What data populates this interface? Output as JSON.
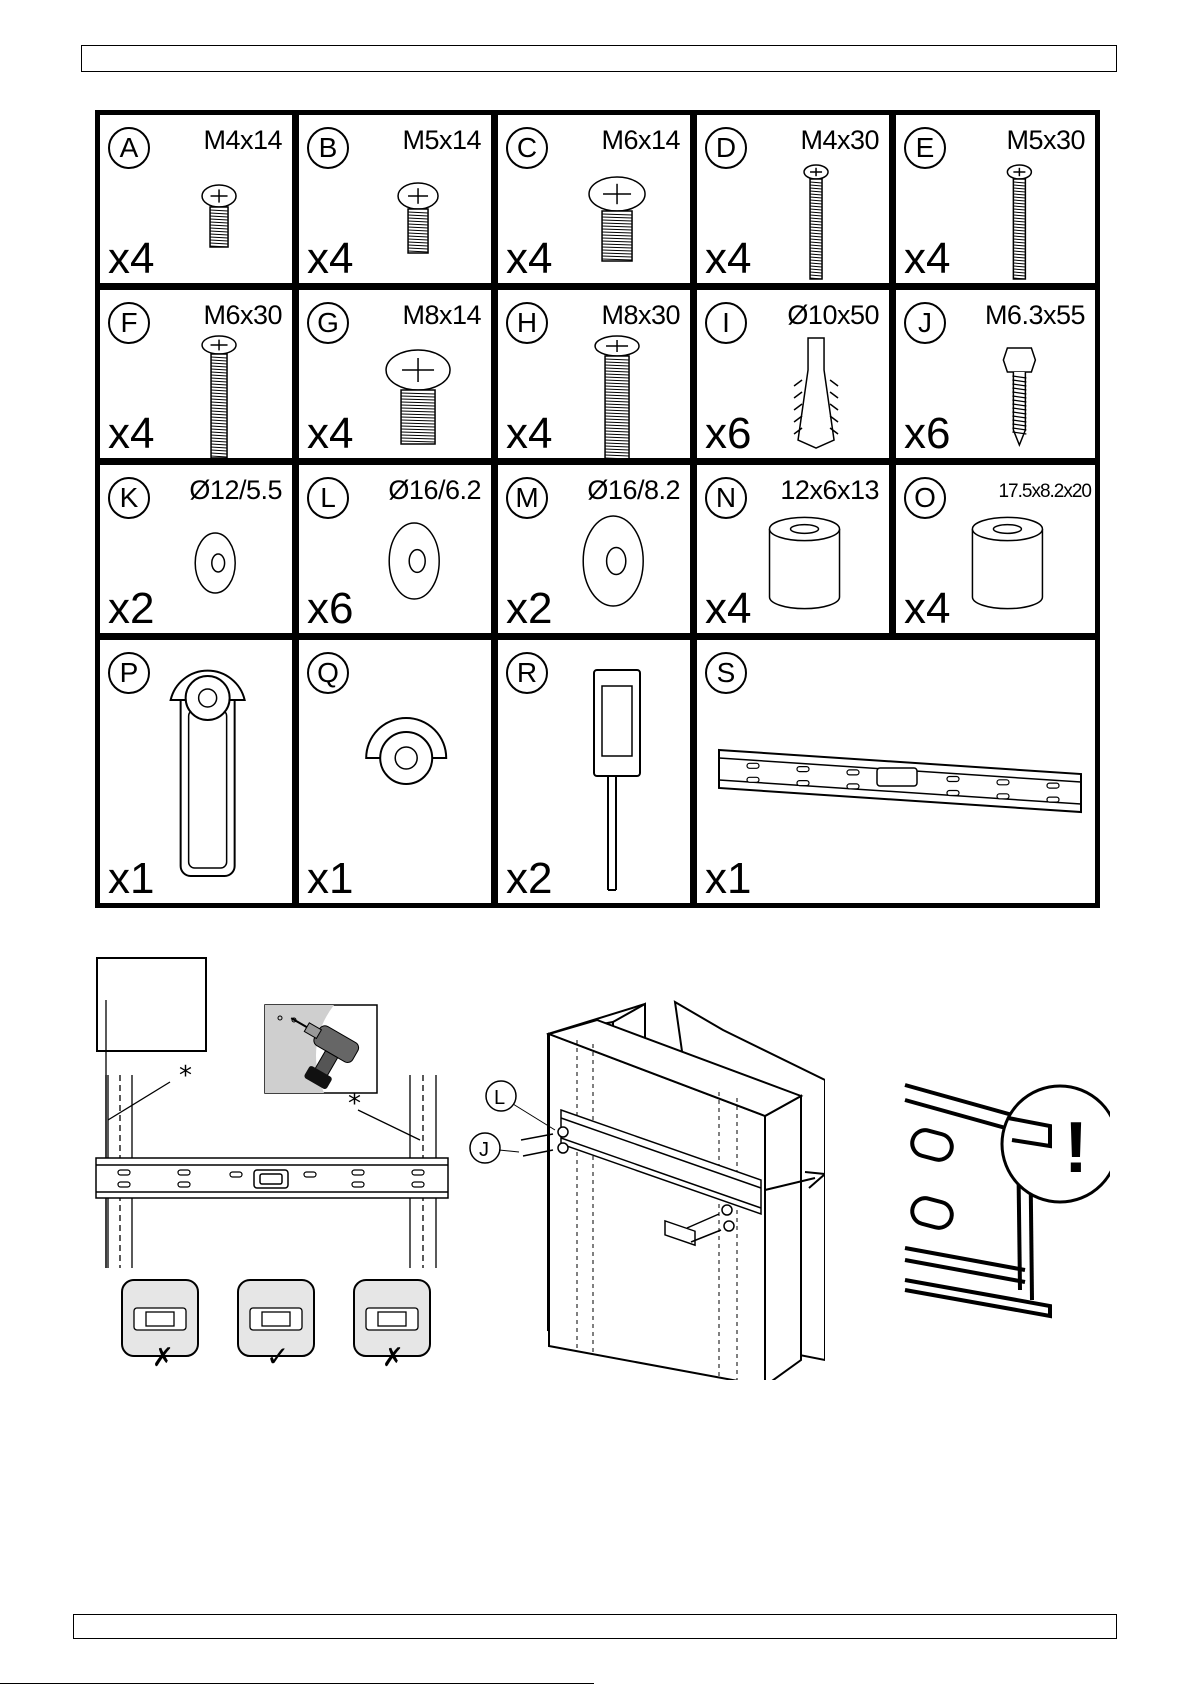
{
  "parts": [
    {
      "letter": "A",
      "size": "M4x14",
      "qty": "x4",
      "kind": "screw-short-small"
    },
    {
      "letter": "B",
      "size": "M5x14",
      "qty": "x4",
      "kind": "screw-short-med"
    },
    {
      "letter": "C",
      "size": "M6x14",
      "qty": "x4",
      "kind": "screw-short-large"
    },
    {
      "letter": "D",
      "size": "M4x30",
      "qty": "x4",
      "kind": "screw-long-thin"
    },
    {
      "letter": "E",
      "size": "M5x30",
      "qty": "x4",
      "kind": "screw-long-thin"
    },
    {
      "letter": "F",
      "size": "M6x30",
      "qty": "x4",
      "kind": "screw-long-med"
    },
    {
      "letter": "G",
      "size": "M8x14",
      "qty": "x4",
      "kind": "screw-short-xl"
    },
    {
      "letter": "H",
      "size": "M8x30",
      "qty": "x4",
      "kind": "screw-long-large"
    },
    {
      "letter": "I",
      "size": "Ø10x50",
      "qty": "x6",
      "kind": "wall-plug"
    },
    {
      "letter": "J",
      "size": "M6.3x55",
      "qty": "x6",
      "kind": "lag-bolt"
    },
    {
      "letter": "K",
      "size": "Ø12/5.5",
      "qty": "x2",
      "kind": "washer-small"
    },
    {
      "letter": "L",
      "size": "Ø16/6.2",
      "qty": "x6",
      "kind": "washer-med"
    },
    {
      "letter": "M",
      "size": "Ø16/8.2",
      "qty": "x2",
      "kind": "washer-large"
    },
    {
      "letter": "N",
      "size": "12x6x13",
      "qty": "x4",
      "kind": "spacer-small"
    },
    {
      "letter": "O",
      "size": "17.5x8.2x20",
      "qty": "x4",
      "kind": "spacer-large"
    },
    {
      "letter": "P",
      "size": "",
      "qty": "x1",
      "kind": "spirit-level"
    },
    {
      "letter": "Q",
      "size": "",
      "qty": "x1",
      "kind": "level-cap"
    },
    {
      "letter": "R",
      "size": "",
      "qty": "x2",
      "kind": "screen-bracket"
    },
    {
      "letter": "S",
      "size": "",
      "qty": "x1",
      "kind": "wall-plate"
    }
  ],
  "assembly": {
    "stud_marker": "*",
    "callout_l": "L",
    "callout_j": "J",
    "warning_symbol": "!",
    "level_marks": [
      "✗",
      "✓",
      "✗"
    ]
  }
}
